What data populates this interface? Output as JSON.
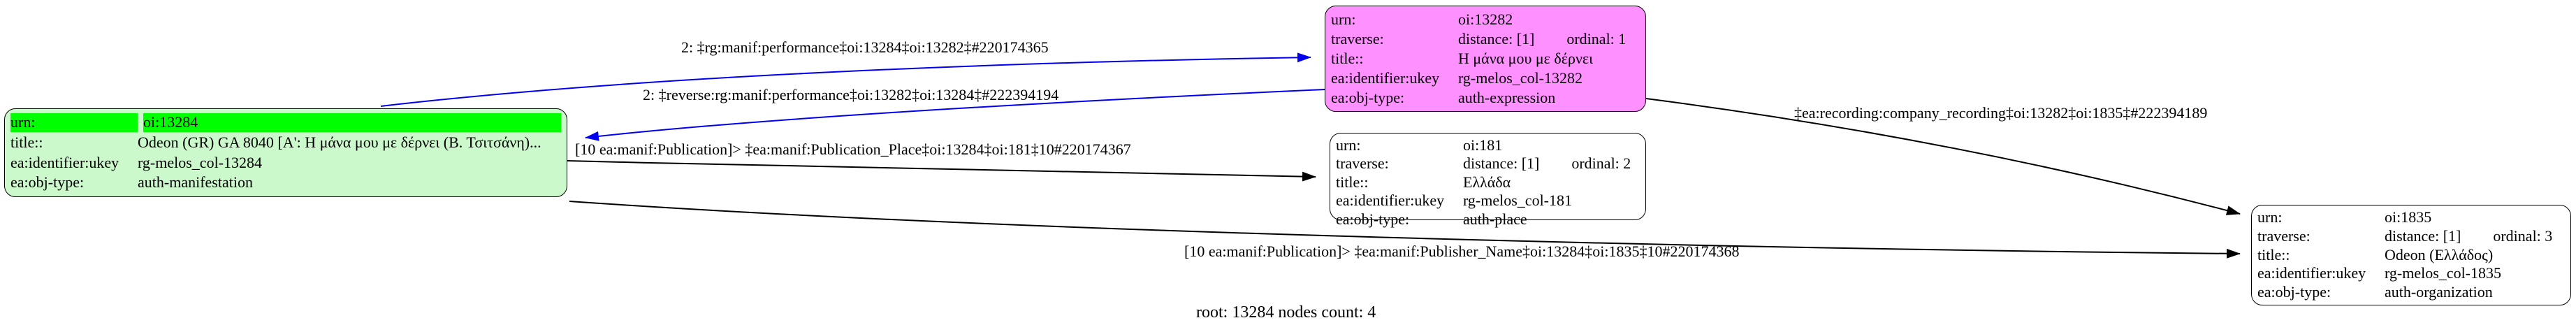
{
  "diagram": {
    "root_label": "root: 13284 nodes count: 4",
    "colors": {
      "node_manifestation_fill": "#ccf9cc",
      "node_highlight_row": "#00ff00",
      "node_expression_fill": "#ff90ff",
      "node_plain_fill": "#ffffff",
      "edge_performance_color": "#0000ee",
      "edge_default_color": "#000000"
    }
  },
  "nodes": [
    {
      "id": "oi:13284",
      "rows": [
        {
          "label": "urn:",
          "value": "oi:13284"
        },
        {
          "label": "title::",
          "value": "Odeon (GR) GA 8040 [A': Η μάνα μου με δέρνει (Β. Τσιτσάνη)..."
        },
        {
          "label": "ea:identifier:ukey",
          "value": "rg-melos_col-13284"
        },
        {
          "label": "ea:obj-type:",
          "value": "auth-manifestation"
        }
      ]
    },
    {
      "id": "oi:13282",
      "rows": [
        {
          "label": "urn:",
          "value": "oi:13282"
        },
        {
          "label": "traverse:",
          "value": "distance: [1]",
          "value2": "ordinal: 1"
        },
        {
          "label": "title::",
          "value": "Η μάνα μου με δέρνει"
        },
        {
          "label": "ea:identifier:ukey",
          "value": "rg-melos_col-13282"
        },
        {
          "label": "ea:obj-type:",
          "value": "auth-expression"
        }
      ]
    },
    {
      "id": "oi:181",
      "rows": [
        {
          "label": "urn:",
          "value": "oi:181"
        },
        {
          "label": "traverse:",
          "value": "distance: [1]",
          "value2": "ordinal: 2"
        },
        {
          "label": "title::",
          "value": "Ελλάδα"
        },
        {
          "label": "ea:identifier:ukey",
          "value": "rg-melos_col-181"
        },
        {
          "label": "ea:obj-type:",
          "value": "auth-place"
        }
      ]
    },
    {
      "id": "oi:1835",
      "rows": [
        {
          "label": "urn:",
          "value": "oi:1835"
        },
        {
          "label": "traverse:",
          "value": "distance: [1]",
          "value2": "ordinal: 3"
        },
        {
          "label": "title::",
          "value": "Odeon (Ελλάδος)"
        },
        {
          "label": "ea:identifier:ukey",
          "value": "rg-melos_col-1835"
        },
        {
          "label": "ea:obj-type:",
          "value": "auth-organization"
        }
      ]
    }
  ],
  "edges": [
    {
      "label": "2: ‡rg:manif:performance‡oi:13284‡oi:13282‡#220174365"
    },
    {
      "label": "2: ‡reverse:rg:manif:performance‡oi:13282‡oi:13284‡#222394194"
    },
    {
      "label": "[10 ea:manif:Publication]> ‡ea:manif:Publication_Place‡oi:13284‡oi:181‡10#220174367"
    },
    {
      "label": "‡ea:recording:company_recording‡oi:13282‡oi:1835‡#222394189"
    },
    {
      "label": "[10 ea:manif:Publication]> ‡ea:manif:Publisher_Name‡oi:13284‡oi:1835‡10#220174368"
    }
  ]
}
